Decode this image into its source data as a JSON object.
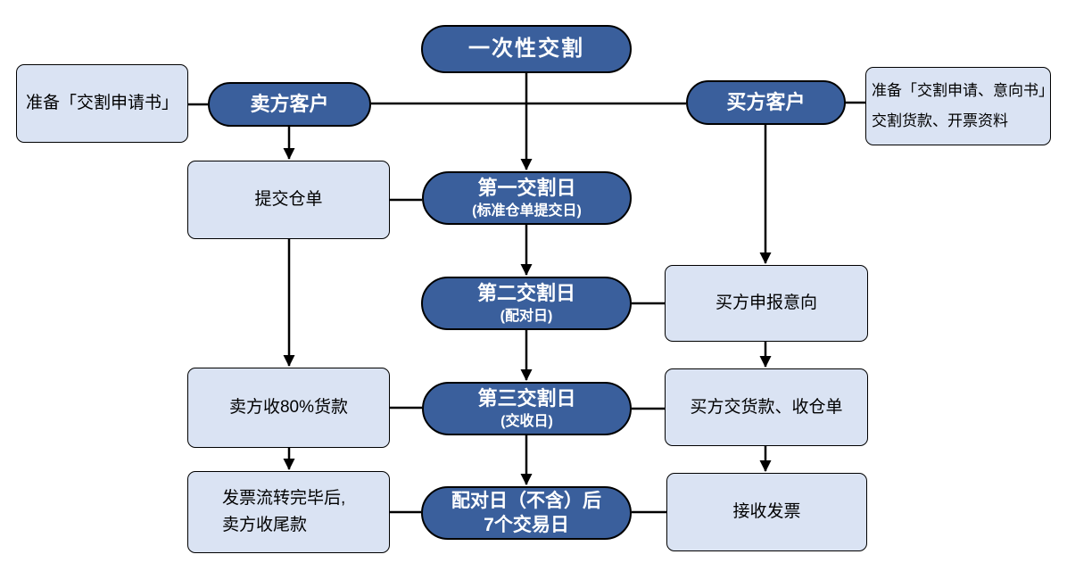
{
  "diagram": {
    "type": "flowchart",
    "title": "一次性交割",
    "colors": {
      "pill_fill": "#3A5F9C",
      "pill_text": "#FFFFFF",
      "box_fill": "#DAE3F3",
      "box_text": "#000000",
      "border": "#000000",
      "connector": "#000000",
      "background": "#FFFFFF"
    },
    "nodes": {
      "start": {
        "label": "一次性交割",
        "shape": "pill"
      },
      "seller_prepare": {
        "label": "准备「交割申请书」",
        "shape": "box"
      },
      "seller": {
        "label": "卖方客户",
        "shape": "pill"
      },
      "buyer": {
        "label": "买方客户",
        "shape": "pill"
      },
      "buyer_prepare": {
        "line1": "准备「交割申请、意向书」",
        "line2": "交割货款、开票资料",
        "shape": "box"
      },
      "submit_warrant": {
        "label": "提交仓单",
        "shape": "box"
      },
      "day1": {
        "title": "第一交割日",
        "subtitle": "(标准仓单提交日)",
        "shape": "pill"
      },
      "day2": {
        "title": "第二交割日",
        "subtitle": "(配对日)",
        "shape": "pill"
      },
      "buyer_intent": {
        "label": "买方申报意向",
        "shape": "box"
      },
      "seller_receive_80": {
        "label": "卖方收80%货款",
        "shape": "box"
      },
      "day3": {
        "title": "第三交割日",
        "subtitle": "(交收日)",
        "shape": "pill"
      },
      "buyer_pay": {
        "label": "买方交货款、收仓单",
        "shape": "box"
      },
      "invoice_flow": {
        "line1": "发票流转完毕后,",
        "line2": "卖方收尾款",
        "shape": "box"
      },
      "after_pairing": {
        "line1": "配对日（不含）后",
        "line2": "7个交易日",
        "shape": "pill"
      },
      "receive_invoice": {
        "label": "接收发票",
        "shape": "box"
      }
    },
    "edges": [
      {
        "from": "seller_prepare",
        "to": "seller",
        "style": "line"
      },
      {
        "from": "seller",
        "to": "buyer",
        "style": "line"
      },
      {
        "from": "buyer",
        "to": "buyer_prepare",
        "style": "line"
      },
      {
        "from": "start",
        "to": "day1",
        "style": "arrow"
      },
      {
        "from": "seller",
        "to": "submit_warrant",
        "style": "arrow"
      },
      {
        "from": "buyer",
        "to": "buyer_intent",
        "style": "arrow"
      },
      {
        "from": "submit_warrant",
        "to": "day1",
        "style": "line"
      },
      {
        "from": "day1",
        "to": "day2",
        "style": "arrow"
      },
      {
        "from": "day2",
        "to": "buyer_intent",
        "style": "line"
      },
      {
        "from": "submit_warrant",
        "to": "seller_receive_80",
        "style": "arrow"
      },
      {
        "from": "day2",
        "to": "day3",
        "style": "arrow"
      },
      {
        "from": "buyer_intent",
        "to": "buyer_pay",
        "style": "arrow"
      },
      {
        "from": "seller_receive_80",
        "to": "day3",
        "style": "line"
      },
      {
        "from": "day3",
        "to": "buyer_pay",
        "style": "line"
      },
      {
        "from": "seller_receive_80",
        "to": "invoice_flow",
        "style": "arrow"
      },
      {
        "from": "day3",
        "to": "after_pairing",
        "style": "arrow"
      },
      {
        "from": "buyer_pay",
        "to": "receive_invoice",
        "style": "arrow"
      },
      {
        "from": "invoice_flow",
        "to": "after_pairing",
        "style": "line"
      },
      {
        "from": "after_pairing",
        "to": "receive_invoice",
        "style": "line"
      }
    ]
  }
}
